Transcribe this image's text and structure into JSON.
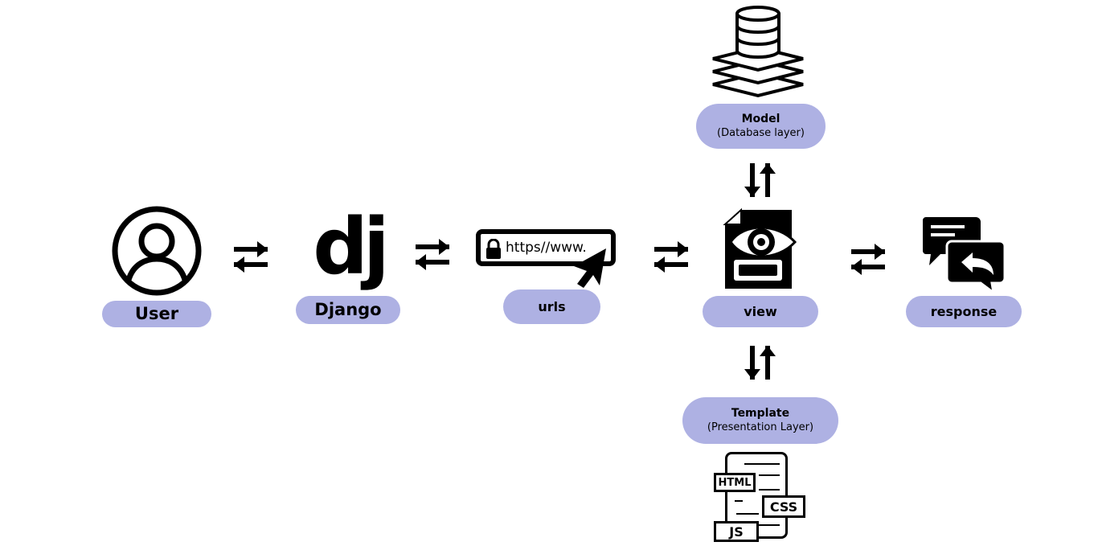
{
  "colors": {
    "pill_background": "#aeb1e3",
    "icon_color": "#000000",
    "background": "#ffffff"
  },
  "nodes": {
    "user": {
      "label": "User",
      "icon": "user-circle-icon"
    },
    "django": {
      "label": "Django",
      "logo_text": "dj"
    },
    "urls": {
      "label": "urls",
      "url_text": "https//www.",
      "icon": "browser-url-bar-icon"
    },
    "view": {
      "label": "view",
      "icon": "document-eye-icon"
    },
    "response": {
      "label": "response",
      "icon": "chat-reply-icon"
    },
    "model": {
      "label": "Model",
      "sublabel": "(Database layer)",
      "icon": "database-icon"
    },
    "template": {
      "label": "Template",
      "sublabel": "(Presentation Layer)",
      "icon": "code-files-icon",
      "tags": [
        "HTML",
        "CSS",
        "JS"
      ]
    }
  },
  "connectors": [
    {
      "from": "user",
      "to": "django",
      "type": "bidirectional"
    },
    {
      "from": "django",
      "to": "urls",
      "type": "bidirectional"
    },
    {
      "from": "urls",
      "to": "view",
      "type": "bidirectional"
    },
    {
      "from": "view",
      "to": "response",
      "type": "bidirectional"
    },
    {
      "from": "model",
      "to": "view",
      "type": "bidirectional"
    },
    {
      "from": "view",
      "to": "template",
      "type": "bidirectional"
    }
  ]
}
